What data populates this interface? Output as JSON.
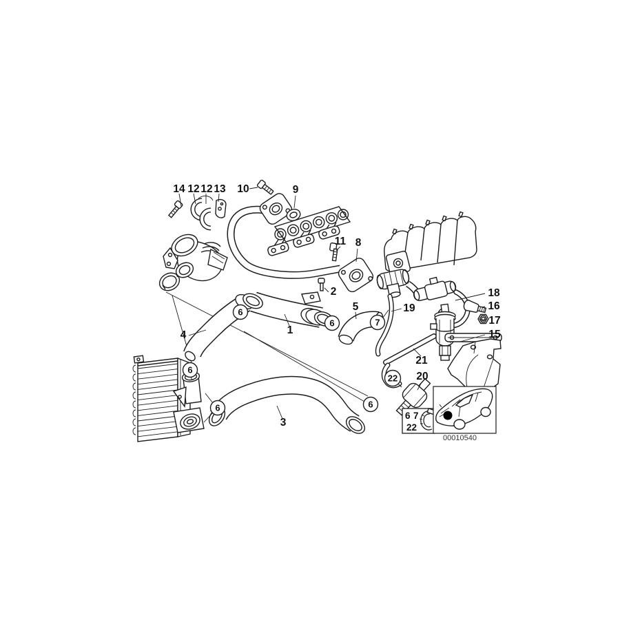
{
  "diagram": {
    "colors": {
      "line": "#1c1c1c",
      "background": "#ffffff",
      "marker_dot": "#000000"
    },
    "labels": {
      "p14": "14",
      "p12a": "12",
      "p12b": "12",
      "p13": "13",
      "p10": "10",
      "p9": "9",
      "p11": "11",
      "p8": "8",
      "p2": "2",
      "p5": "5",
      "p19": "19",
      "p18": "18",
      "p16": "16",
      "p17": "17",
      "p15": "15",
      "p1": "1",
      "p4": "4",
      "p21": "21",
      "p20": "20",
      "p3": "3"
    },
    "clamp_callouts": {
      "c6": "6",
      "c7": "7",
      "c22": "22"
    },
    "legend_box": {
      "item1": "6",
      "item2": "7",
      "item3": "22"
    },
    "footer": {
      "image_code": "00010540"
    }
  }
}
